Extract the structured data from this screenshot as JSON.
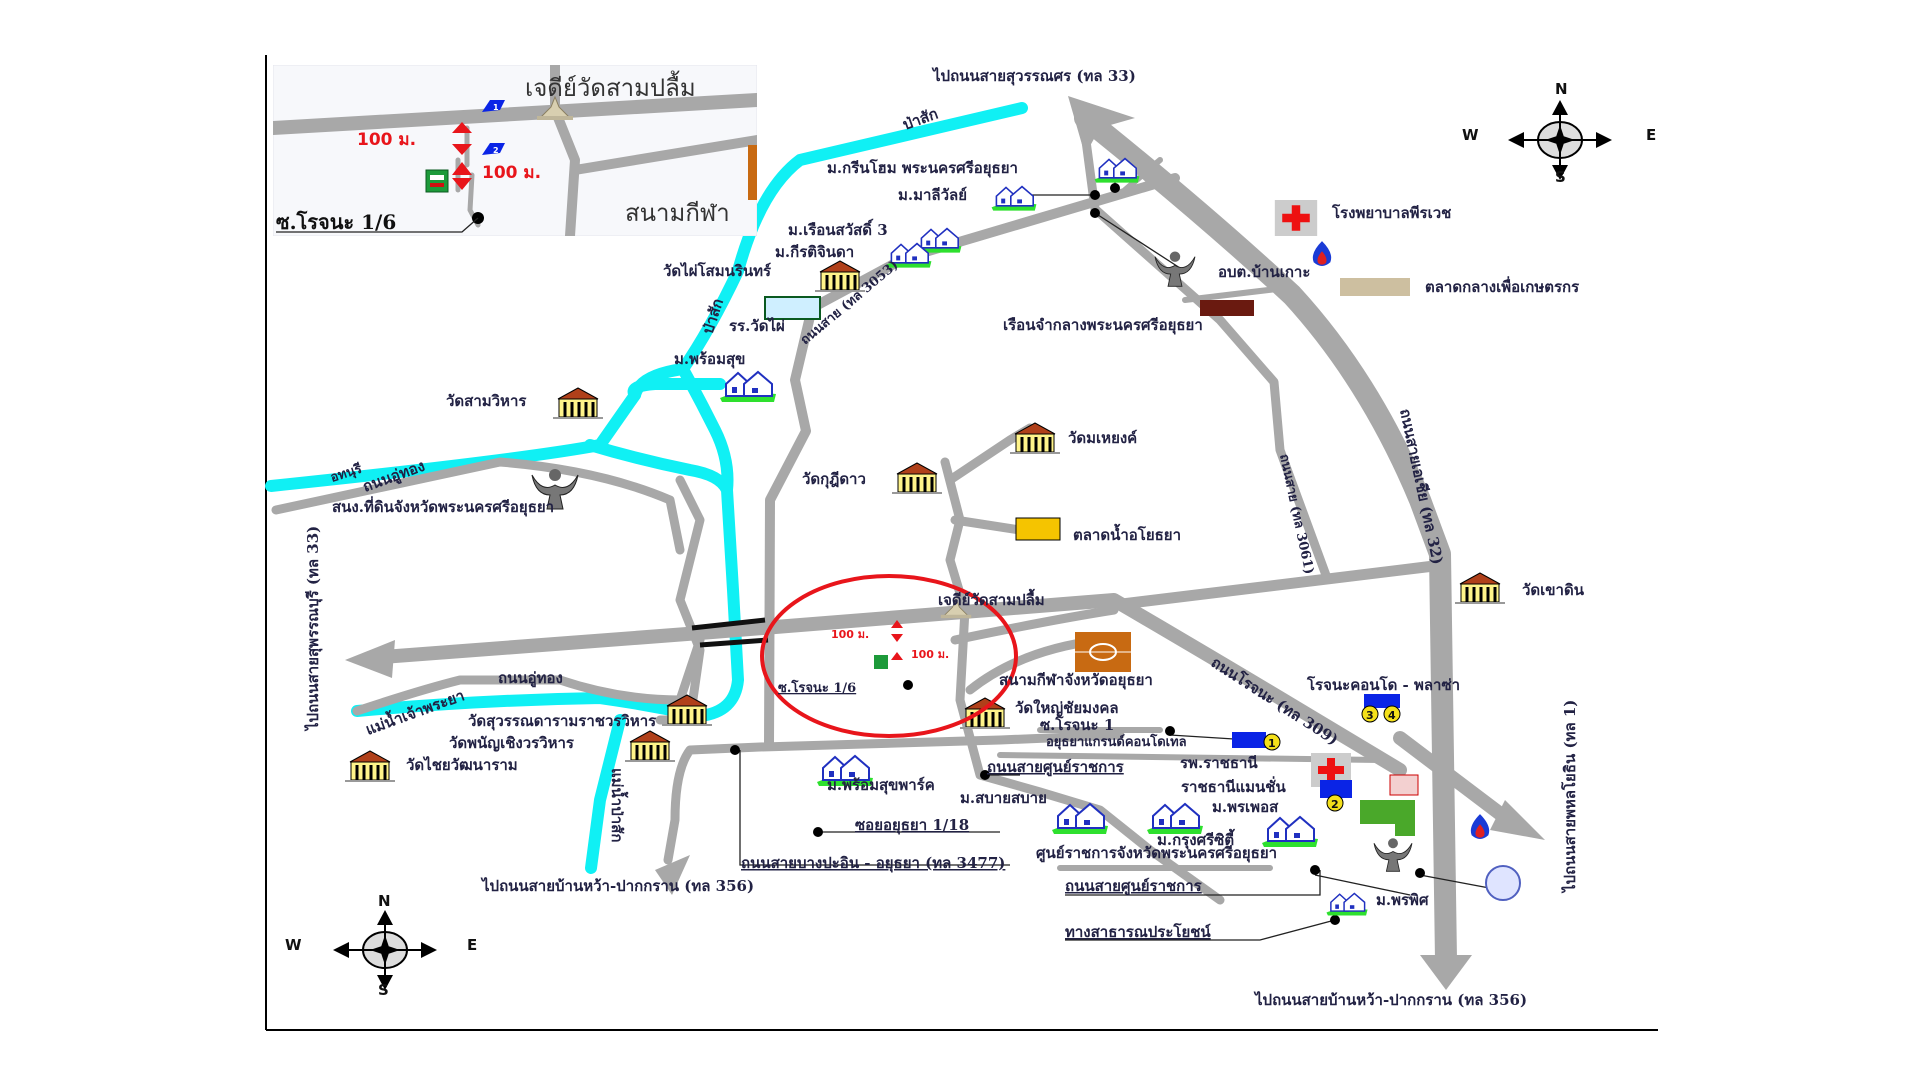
{
  "map": {
    "title": "Map to Ayutthaya Grand Condotel area",
    "colors": {
      "road": "#a8a8a8",
      "river": "#10f0f4",
      "highlight": "#e8151b",
      "marker": "#0a24e6"
    },
    "inset": {
      "landmark": "เจดีย์วัดสามปลื้ม",
      "distance_1": "100 ม.",
      "distance_2": "100 ม.",
      "stadium": "สนามกีฬา",
      "soi": "ซ.โรจนะ 1/6",
      "marker_1": "1",
      "marker_2": "2"
    },
    "labels": [
      "ไปถนนสายสุวรรณศร (ทล 33)",
      "ม.กรีนโฮม พระนครศรีอยุธยา",
      "ม.มาลีวัลย์",
      "ม.เรือนสวัสดิ์ 3",
      "ม.กีรติจินดา",
      "วัดไผ่โสมนรินทร์",
      "รร.วัดไผ่",
      "ม.พร้อมสุข",
      "วัดสามวิหาร",
      "ป่าสัก",
      "ป่าสัก",
      "ถนนอู่ทอง",
      "สนง.ที่ดินจังหวัดพระนครศรีอยุธยา",
      "วัดกุฎีดาว",
      "วัดมเหยงค์",
      "ตลาดน้ำอโยธยา",
      "เจดีย์วัดสามปลื้ม",
      "สนามกีฬาจังหวัดอยุธยา",
      "วัดใหญ่ชัยมงคล",
      "ซ.โรจนะ 1",
      "อยุธยาแกรนด์คอนโดเทล",
      "รพ.ราชธานี",
      "ราชธานีแมนชั่น",
      "ม.พรเพอส",
      "ถนนสายศูนย์ราชการ",
      "ม.พร้อมสุขพาร์ค",
      "ม.สบายสบาย",
      "ซอยอยุธยา 1/18",
      "ม.กรุงศรีซิตี้",
      "ศูนย์ราชการจังหวัดพระนครศรีอยุธยา",
      "ถนนสายบางปะอิน - อยุธยา (ทล 3477)",
      "ถนนสายศูนย์ราชการ",
      "ม.พรพิศ",
      "ทางสาธารณประโยชน์",
      "ไปถนนสายบ้านหว้า-ปากกราน (ทล 356)",
      "ไปถนนสายบ้านหว้า-ปากกราน (ทล 356)",
      "วัดไชยวัฒนาราม",
      "วัดพนัญเชิงวรวิหาร",
      "วัดสุวรรณดารามราชวรวิหาร",
      "ถนนอู่ทอง",
      "แม่น้ำเจ้าพระยา",
      "ไปถนนสายสุพรรณบุรี (ทล 33)",
      "แม่น้ำป่าสัก",
      "ไปถนนสายพหลโยธิน (ทล 1)",
      "โรงพยาบาลพีรเวช",
      "อบต.บ้านเกาะ",
      "ตลาดกลางเพื่อเกษตรกร",
      "เรือนจำกลางพระนครศรีอยุธยา",
      "วัดเขาดิน",
      "โรจนะคอนโด - พลาซ่า",
      "ถนนโรจนะ (ทล 309)",
      "ถนนสายเอเชีย (ทล 32)",
      "ถนนสาย (ทล 3061)",
      "ถนนสาย (ทล 3053)",
      "ซ.โรจนะ 1/6",
      "100 ม.",
      "100 ม.",
      "อทนุรี"
    ],
    "condo_markers": [
      "1",
      "2",
      "3",
      "4"
    ],
    "compass": {
      "n": "N",
      "e": "E",
      "s": "S",
      "w": "W"
    }
  }
}
